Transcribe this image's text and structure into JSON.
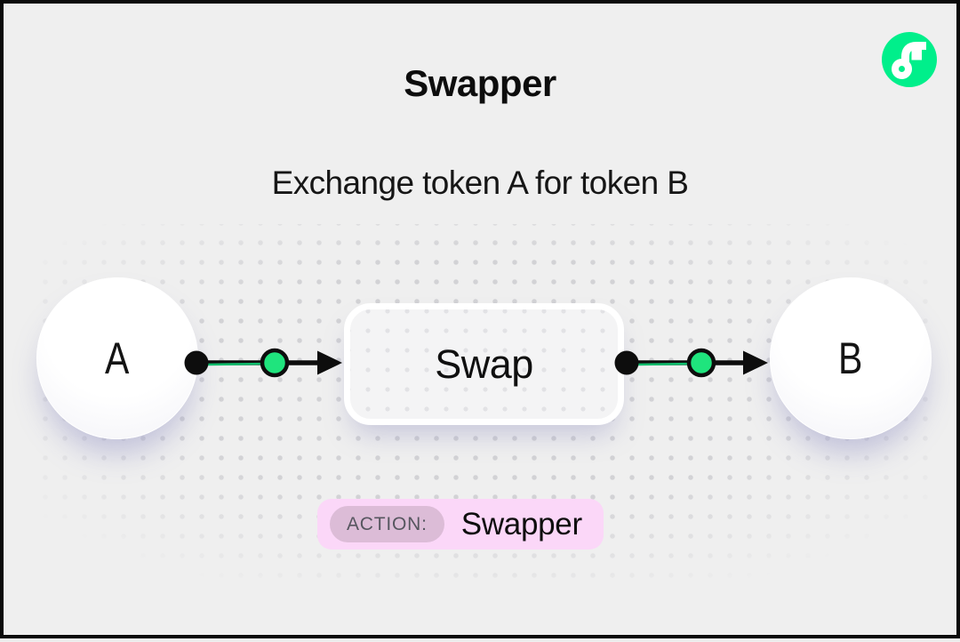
{
  "page": {
    "background": "#efefef",
    "frame_color": "#0b0b0b"
  },
  "header": {
    "title": "Swapper",
    "subtitle": "Exchange token A for token B"
  },
  "logo": {
    "name": "flow-logo",
    "circle_color": "#00ef8b",
    "glyph_color": "#ffffff"
  },
  "diagram": {
    "nodes": [
      {
        "id": "A",
        "label": "A",
        "type": "token-circle"
      },
      {
        "id": "swap",
        "label": "Swap",
        "type": "action-box"
      },
      {
        "id": "B",
        "label": "B",
        "type": "token-circle"
      }
    ],
    "edges": [
      {
        "from": "A",
        "to": "swap"
      },
      {
        "from": "swap",
        "to": "B"
      }
    ],
    "edge_color": "#0d0d0d",
    "handle_green": "#1fe47d",
    "accent_green_line": "#0fbd6c",
    "dot_color": "#d2d2d5"
  },
  "action_badge": {
    "label": "ACTION:",
    "value": "Swapper",
    "badge_bg": "#fbd7f8",
    "label_bg": "#dcbcd7"
  }
}
